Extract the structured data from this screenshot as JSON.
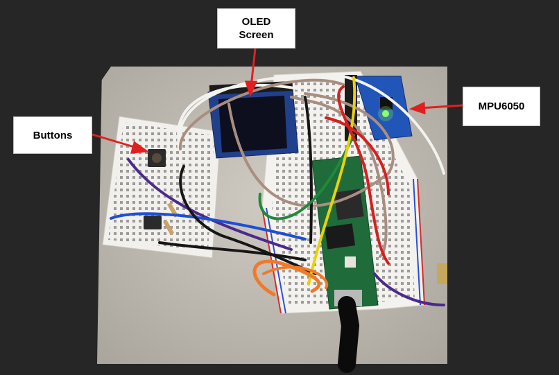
{
  "labels": {
    "oled_line1": "OLED",
    "oled_line2": "Screen",
    "buttons": "Buttons",
    "mpu": "MPU6050"
  },
  "colors": {
    "background": "#262626",
    "arrow": "#e02020",
    "wire_white": "#f2f2ee",
    "wire_brown": "#a98e80",
    "wire_purple": "#4b2a8c",
    "wire_blue": "#1d4fd6",
    "wire_black": "#161616",
    "wire_green": "#1f8a3a",
    "wire_yellow": "#e8d20a",
    "wire_red": "#d61f1f",
    "wire_orange": "#f07a2a",
    "pcb_green": "#1f6b3a",
    "module_blue": "#1f4fa8"
  },
  "icons": [
    "breadboard",
    "oled-module",
    "mpu6050-module",
    "microcontroller",
    "push-button",
    "usb-cable"
  ]
}
